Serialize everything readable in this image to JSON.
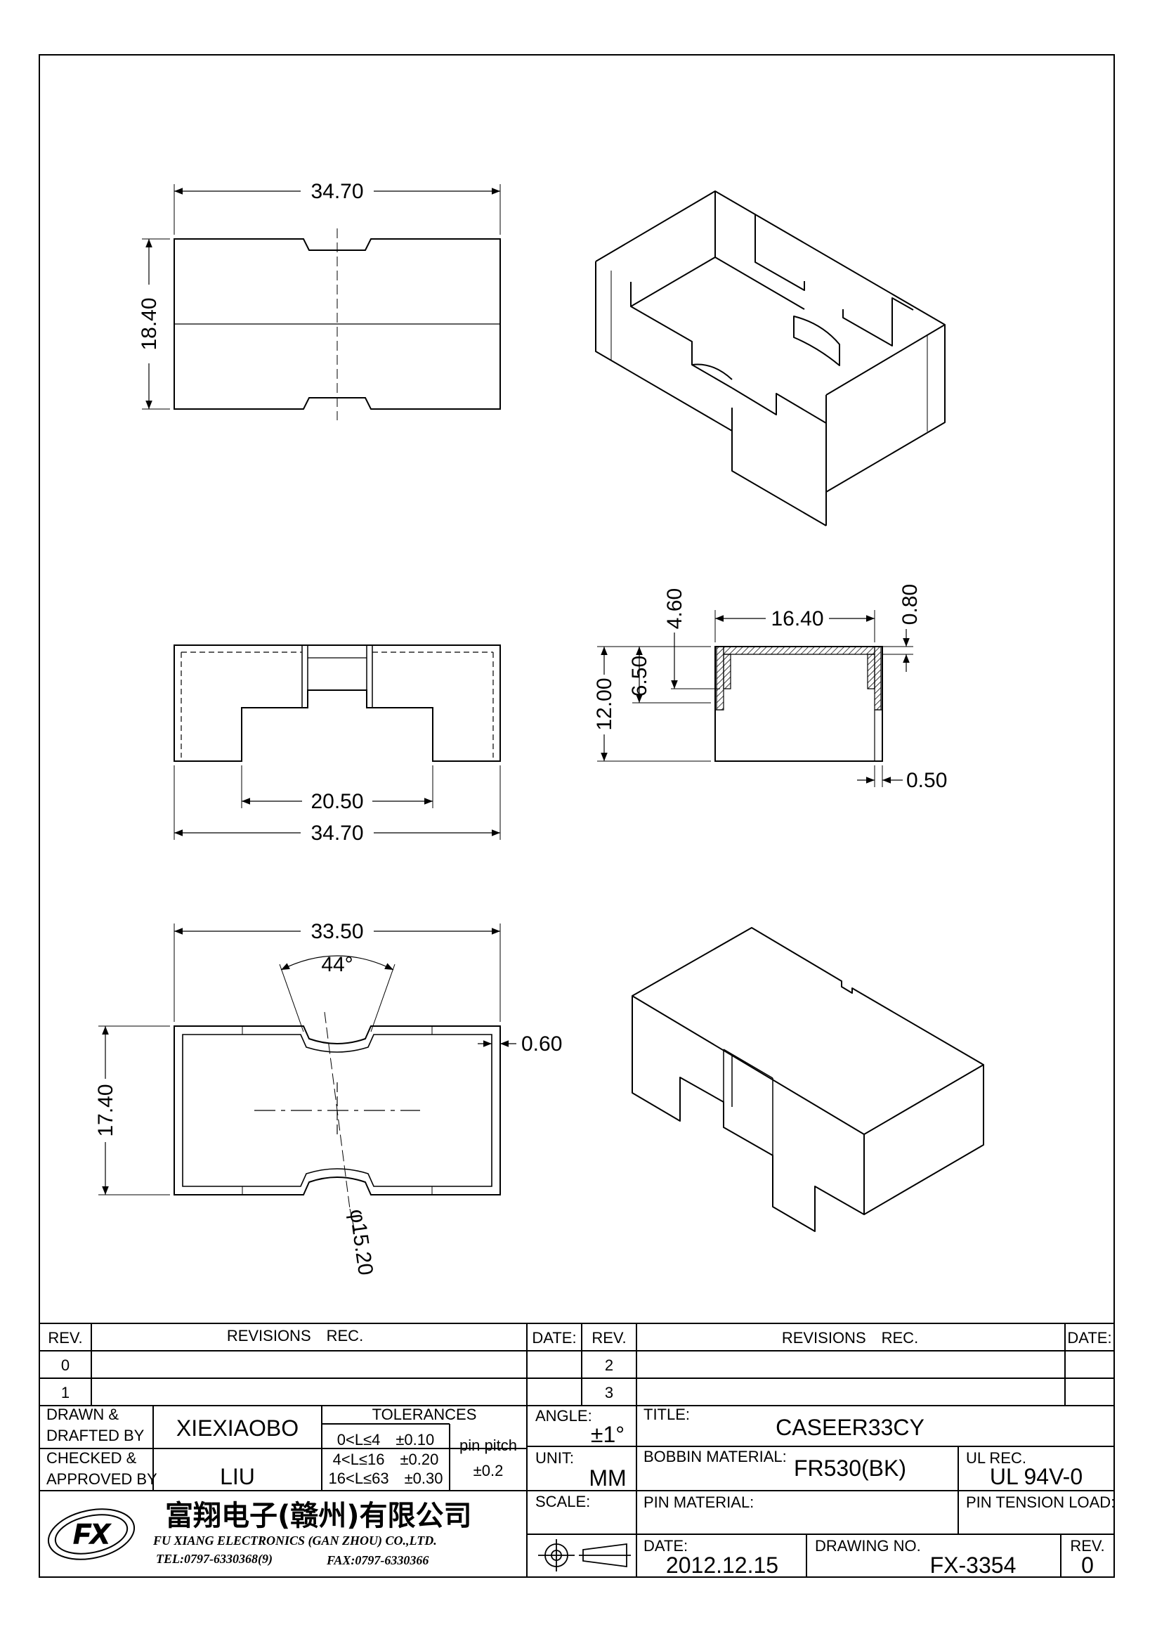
{
  "dimensions": {
    "top_width": "34.70",
    "top_height": "18.40",
    "front_inner_width": "20.50",
    "front_width": "34.70",
    "section_width": "16.40",
    "section_wall": "0.80",
    "section_slot": "4.60",
    "section_slot_depth": "6.50",
    "section_height": "12.00",
    "section_bottom": "0.50",
    "bottom_width": "33.50",
    "bottom_angle": "44°",
    "bottom_height": "17.40",
    "bottom_wall": "0.60",
    "bottom_diameter": "φ15.20"
  },
  "title_block": {
    "rev_header": "REV.",
    "revisions_header": "REVISIONS　REC.",
    "date_header": "DATE:",
    "rev_0": "0",
    "rev_1": "1",
    "rev_2": "2",
    "rev_3": "3",
    "drawn_label_1": "DRAWN &",
    "drawn_label_2": "DRAFTED BY",
    "drawn_by": "XIEXIAOBO",
    "checked_label_1": "CHECKED &",
    "checked_label_2": "APPROVED BY",
    "checked_by": "LIU",
    "tolerances_label": "TOLERANCES",
    "tol_1": "0<L≤4　±0.10",
    "tol_2": "4<L≤16　±0.20",
    "tol_3": "16<L≤63　±0.30",
    "pin_pitch_label": "pin pitch",
    "pin_pitch_value": "±0.2",
    "angle_label": "ANGLE:",
    "angle_value": "±1°",
    "unit_label": "UNIT:",
    "unit_value": "MM",
    "scale_label": "SCALE:",
    "title_label": "TITLE:",
    "title_value": "CASEER33CY",
    "bobbin_label": "BOBBIN MATERIAL:",
    "bobbin_value": "FR530(BK)",
    "ul_label": "UL REC.",
    "ul_value": "UL 94V-0",
    "pin_material_label": "PIN MATERIAL:",
    "pin_tension_label": "PIN TENSION LOAD:",
    "date_label": "DATE:",
    "date_value": "2012.12.15",
    "drawing_no_label": "DRAWING NO.",
    "drawing_no_value": "FX-3354",
    "rev_label": "REV.",
    "rev_value": "0",
    "company_cn": "富翔电子(赣州)有限公司",
    "company_en": "FU XIANG ELECTRONICS (GAN ZHOU) CO.,LTD.",
    "tel": "TEL:0797-6330368(9)",
    "fax": "FAX:0797-6330366",
    "logo_text": "FX"
  }
}
